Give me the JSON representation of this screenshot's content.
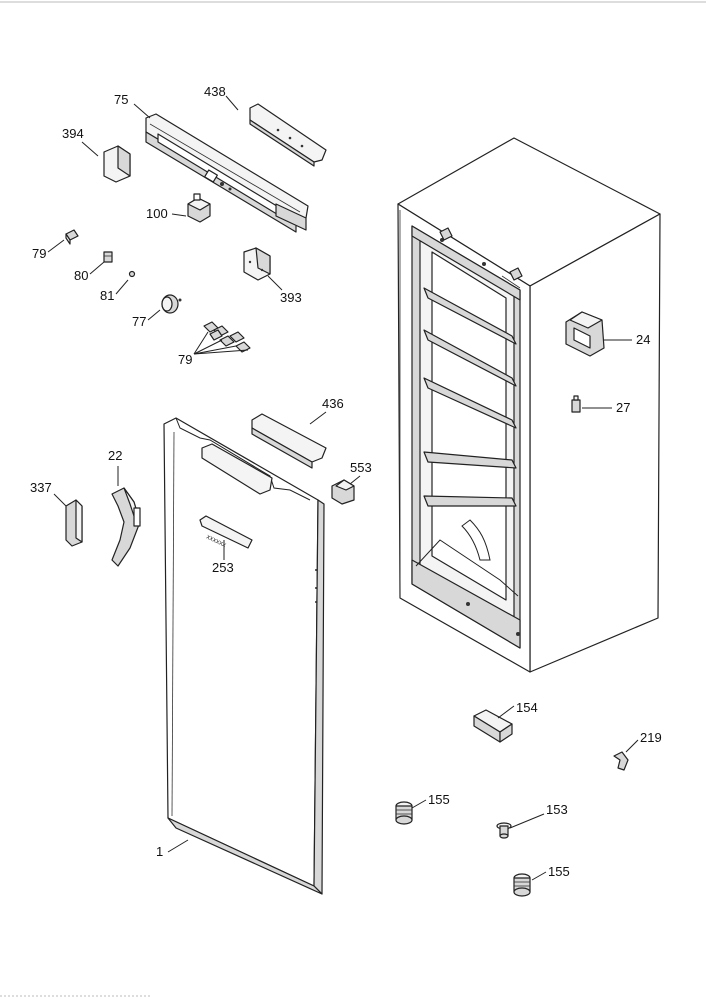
{
  "diagram": {
    "callouts": [
      {
        "id": "c75",
        "text": "75"
      },
      {
        "id": "c438",
        "text": "438"
      },
      {
        "id": "c394",
        "text": "394"
      },
      {
        "id": "c100",
        "text": "100"
      },
      {
        "id": "c79a",
        "text": "79"
      },
      {
        "id": "c80",
        "text": "80"
      },
      {
        "id": "c81",
        "text": "81"
      },
      {
        "id": "c393",
        "text": "393"
      },
      {
        "id": "c77",
        "text": "77"
      },
      {
        "id": "c79b",
        "text": "79"
      },
      {
        "id": "c436",
        "text": "436"
      },
      {
        "id": "c22",
        "text": "22"
      },
      {
        "id": "c337",
        "text": "337"
      },
      {
        "id": "c553",
        "text": "553"
      },
      {
        "id": "c253",
        "text": "253"
      },
      {
        "id": "c24",
        "text": "24"
      },
      {
        "id": "c27",
        "text": "27"
      },
      {
        "id": "c154",
        "text": "154"
      },
      {
        "id": "c219",
        "text": "219"
      },
      {
        "id": "c155a",
        "text": "155"
      },
      {
        "id": "c153",
        "text": "153"
      },
      {
        "id": "c155b",
        "text": "155"
      },
      {
        "id": "c1",
        "text": "1"
      }
    ]
  }
}
